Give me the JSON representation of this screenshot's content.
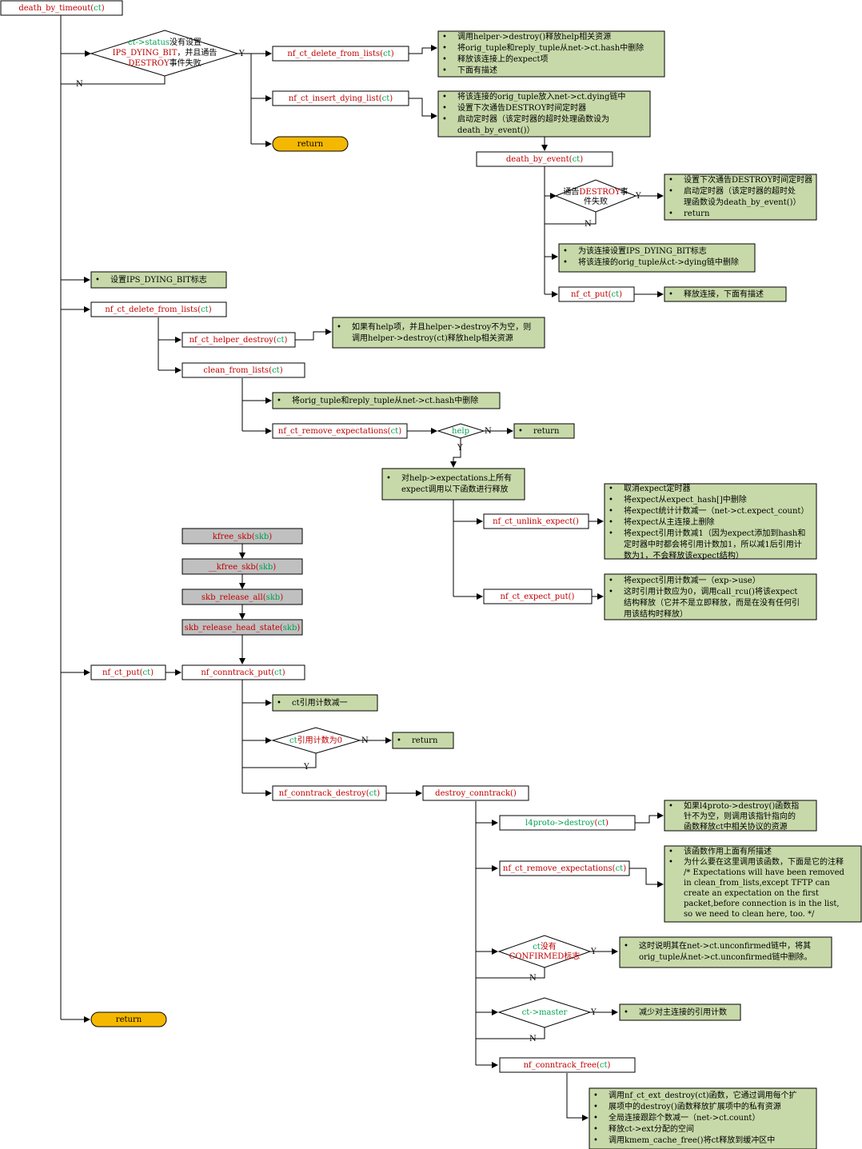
{
  "colors": {
    "note_fill": "#c8d9a9",
    "gray_fill": "#c0c0c0",
    "return_fill": "#f5b800",
    "red": "#c00000",
    "green": "#00a050"
  },
  "labels": {
    "y": "Y",
    "n": "N"
  },
  "nodes": {
    "death_by_timeout": {
      "fn": "death_by_timeout",
      "arg": "ct"
    },
    "cond_status": {
      "l1a": "ct->",
      "l1b": "status",
      "l1c": "没有设置",
      "l2": "IPS_DYING_BIT",
      "l2b": "，并且通告",
      "l3": "DESTROY",
      "l3b": "事件失败"
    },
    "delete_from_lists_1": {
      "fn": "nf_ct_delete_from_lists",
      "arg": "ct"
    },
    "insert_dying_list": {
      "fn": "nf_ct_insert_dying_list",
      "arg": "ct"
    },
    "return_top": "return",
    "death_by_event": {
      "fn": "death_by_event",
      "arg": "ct"
    },
    "cond_destroy_fail": {
      "l1a": "通告",
      "l1b": "DESTROY",
      "l1c": "事",
      "l2": "件失败"
    },
    "nf_ct_put_event": {
      "fn": "nf_ct_put",
      "arg": "ct"
    },
    "delete_from_lists_2": {
      "fn": "nf_ct_delete_from_lists",
      "arg": "ct"
    },
    "helper_destroy": {
      "fn": "nf_ct_helper_destroy",
      "arg": "ct"
    },
    "clean_from_lists": {
      "fn": "clean_from_lists",
      "arg": "ct"
    },
    "remove_expectations_1": {
      "fn": "nf_ct_remove_expectations",
      "arg": "ct"
    },
    "cond_help": "help",
    "unlink_expect": {
      "fn": "nf_ct_unlink_expect",
      "paren": "()"
    },
    "expect_put": {
      "fn": "nf_ct_expect_put",
      "paren": "()"
    },
    "kfree_skb": {
      "fn": "kfree_skb",
      "arg": "skb"
    },
    "__kfree_skb": {
      "fn": "__kfree_skb",
      "arg": "skb"
    },
    "skb_release_all": {
      "fn": "skb_release_all",
      "arg": "skb"
    },
    "skb_release_head_state": {
      "fn": "skb_release_head_state",
      "arg": "skb"
    },
    "nf_ct_put_main": {
      "fn": "nf_ct_put",
      "arg": "ct"
    },
    "nf_conntrack_put": {
      "fn": "nf_conntrack_put",
      "arg": "ct"
    },
    "cond_refcnt": {
      "a": "ct",
      "b": "引用计数为0"
    },
    "nf_conntrack_destroy": {
      "fn": "nf_conntrack_destroy",
      "arg": "ct"
    },
    "destroy_conntrack": {
      "fn": "destroy_conntrack",
      "paren": "()"
    },
    "l4proto_destroy": {
      "fn": "l4proto->destroy",
      "arg": "ct"
    },
    "remove_expectations_2": {
      "fn": "nf_ct_remove_expectations",
      "arg": "ct"
    },
    "cond_confirmed": {
      "l1a": "ct",
      "l1b": "没有",
      "l2": "CONFIRMED",
      "l2b": "标志"
    },
    "cond_master": "ct->master",
    "nf_conntrack_free": {
      "fn": "nf_conntrack_free",
      "arg": "ct"
    },
    "return_bottom": "return"
  },
  "notes": {
    "note_delete_lists": [
      "调用helper->destroy()释放help相关资源",
      "将orig_tuple和reply_tuple从net->ct.hash中删除",
      "释放该连接上的expect项",
      "下面有描述"
    ],
    "note_dying_list": [
      "将该连接的orig_tuple放入net->ct.dying链中",
      "设置下次通告DESTROY时间定时器",
      "启动定时器（该定时器的超时处理函数设为",
      "death_by_event()）"
    ],
    "note_event_timer": [
      "设置下次通告DESTROY时间定时器",
      "启动定时器（该定时器的超时处",
      "理函数设为death_by_event()）",
      "return"
    ],
    "note_dying_bit": [
      "为该连接设置IPS_DYING_BIT标志",
      "将该连接的orig_tuple从ct->dying链中删除"
    ],
    "note_release": [
      "释放连接，下面有描述"
    ],
    "note_set_dying": [
      "设置IPS_DYING_BIT标志"
    ],
    "note_helper": [
      "如果有help项，并且helper->destroy不为空，则",
      "调用helper->destroy(ct)释放help相关资源"
    ],
    "note_hash": [
      "将orig_tuple和reply_tuple从net->ct.hash中删除"
    ],
    "note_return_help": [
      "return"
    ],
    "note_expectations": [
      "对help->expectations上所有",
      "expect调用以下函数进行释放"
    ],
    "note_unlink": [
      "取消expect定时器",
      "将expect从expect_hash[]中删除",
      "将expect统计计数减一（net->ct.expect_count）",
      "将expect从主连接上删除",
      "将expect引用计数减1（因为expect添加到hash和",
      "定时器中时都会将引用计数加1，所以减1后引用计",
      "数为1，不会释放该expect结构）"
    ],
    "note_expect_put": [
      "将expect引用计数减一（exp->use）",
      "这时引用计数应为0，调用call_rcu()将该expect",
      "结构释放（它并不是立即释放，而是在没有任何引",
      "用该结构时释放）"
    ],
    "note_refdec": [
      "ct引用计数减一"
    ],
    "note_return_ref": [
      "return"
    ],
    "note_l4proto": [
      "如果l4proto->destroy()函数指",
      "针不为空，则调用该指针指向的",
      "函数释放ct中相关协议的资源"
    ],
    "note_remove_exp2": [
      "该函数作用上面有所描述",
      "为什么要在这里调用该函数，下面是它的注释",
      "/* Expectations will have been removed",
      "in clean_from_lists,except TFTP can",
      "create an expectation on the first",
      "packet,before connection is in the list,",
      "so we need to clean here, too. */"
    ],
    "note_unconfirmed": [
      "这时说明其在net->ct.unconfirmed链中，将其",
      "orig_tuple从net->ct.unconfirmed链中删除。"
    ],
    "note_master": [
      "减少对主连接的引用计数"
    ],
    "note_free": [
      "调用nf_ct_ext_destroy(ct)函数，它通过调用每个扩",
      "展项中的destroy()函数释放扩展项中的私有资源",
      "全局连接跟踪个数减一（net->ct.count）",
      "释放ct->ext分配的空间",
      "调用kmem_cache_free()将ct释放到缓冲区中"
    ]
  }
}
